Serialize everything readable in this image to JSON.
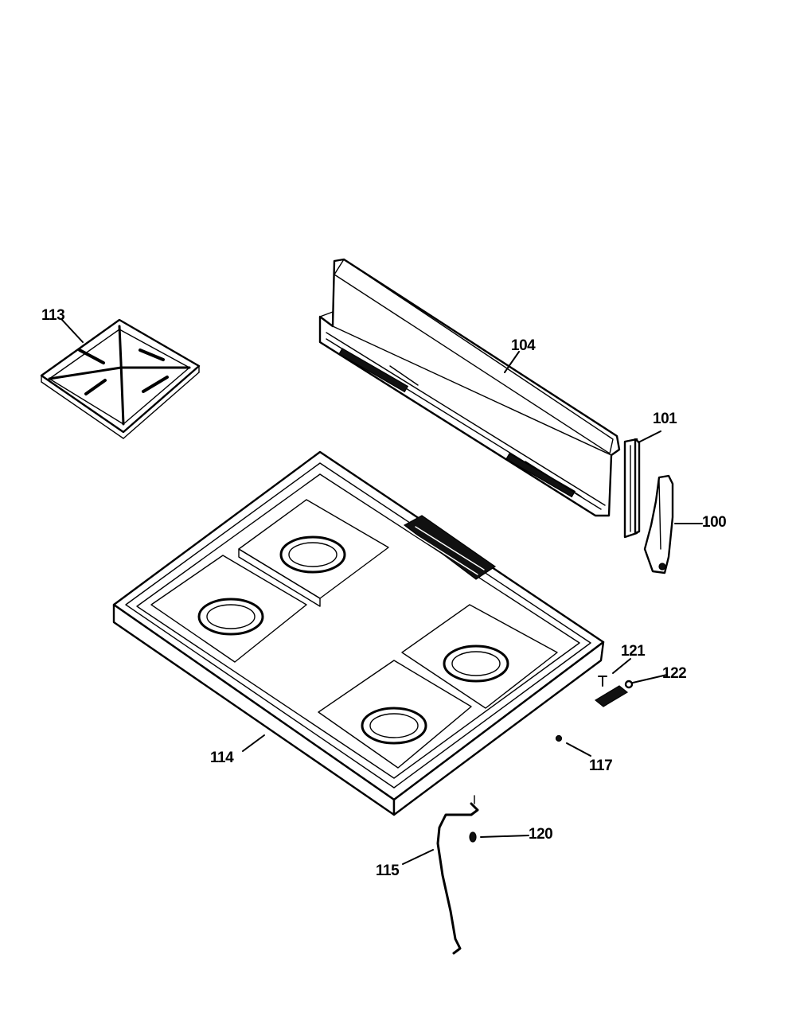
{
  "diagram": {
    "callouts": [
      {
        "id": "113",
        "label": "113"
      },
      {
        "id": "104",
        "label": "104"
      },
      {
        "id": "101",
        "label": "101"
      },
      {
        "id": "100",
        "label": "100"
      },
      {
        "id": "121",
        "label": "121"
      },
      {
        "id": "122",
        "label": "122"
      },
      {
        "id": "114",
        "label": "114"
      },
      {
        "id": "117",
        "label": "117"
      },
      {
        "id": "120",
        "label": "120"
      },
      {
        "id": "115",
        "label": "115"
      }
    ]
  }
}
